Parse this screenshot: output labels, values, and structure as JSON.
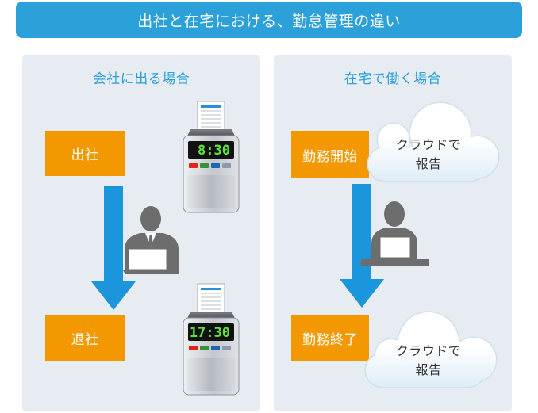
{
  "title": "出社と在宅における、勤怠管理の違い",
  "colors": {
    "banner": "#2ba0d9",
    "panel_bg": "#e6ecf1",
    "heading": "#2ba0d9",
    "step_box": "#f39800",
    "arrow": "#1b96dc",
    "figure_gray": "#6d6d6d",
    "display_digits": "#5fe33c",
    "button_red": "#e2231a",
    "button_green": "#3a8f3a",
    "button_blue": "#1f63b5",
    "button_gray": "#8d99ae"
  },
  "icons": {
    "time_clock": "time-clock-icon",
    "office_worker": "office-worker-icon",
    "remote_worker": "remote-worker-icon",
    "cloud": "cloud-icon",
    "arrow": "arrow-down-icon"
  },
  "panels": {
    "office": {
      "title": "会社に出る場合",
      "start_label": "出社",
      "end_label": "退社",
      "start_clock_time": "8:30",
      "end_clock_time": "17:30"
    },
    "home": {
      "title": "在宅で働く場合",
      "start_label": "勤務開始",
      "end_label": "勤務終了",
      "start_report": [
        "クラウドで",
        "報告"
      ],
      "end_report": [
        "クラウドで",
        "報告"
      ]
    }
  }
}
